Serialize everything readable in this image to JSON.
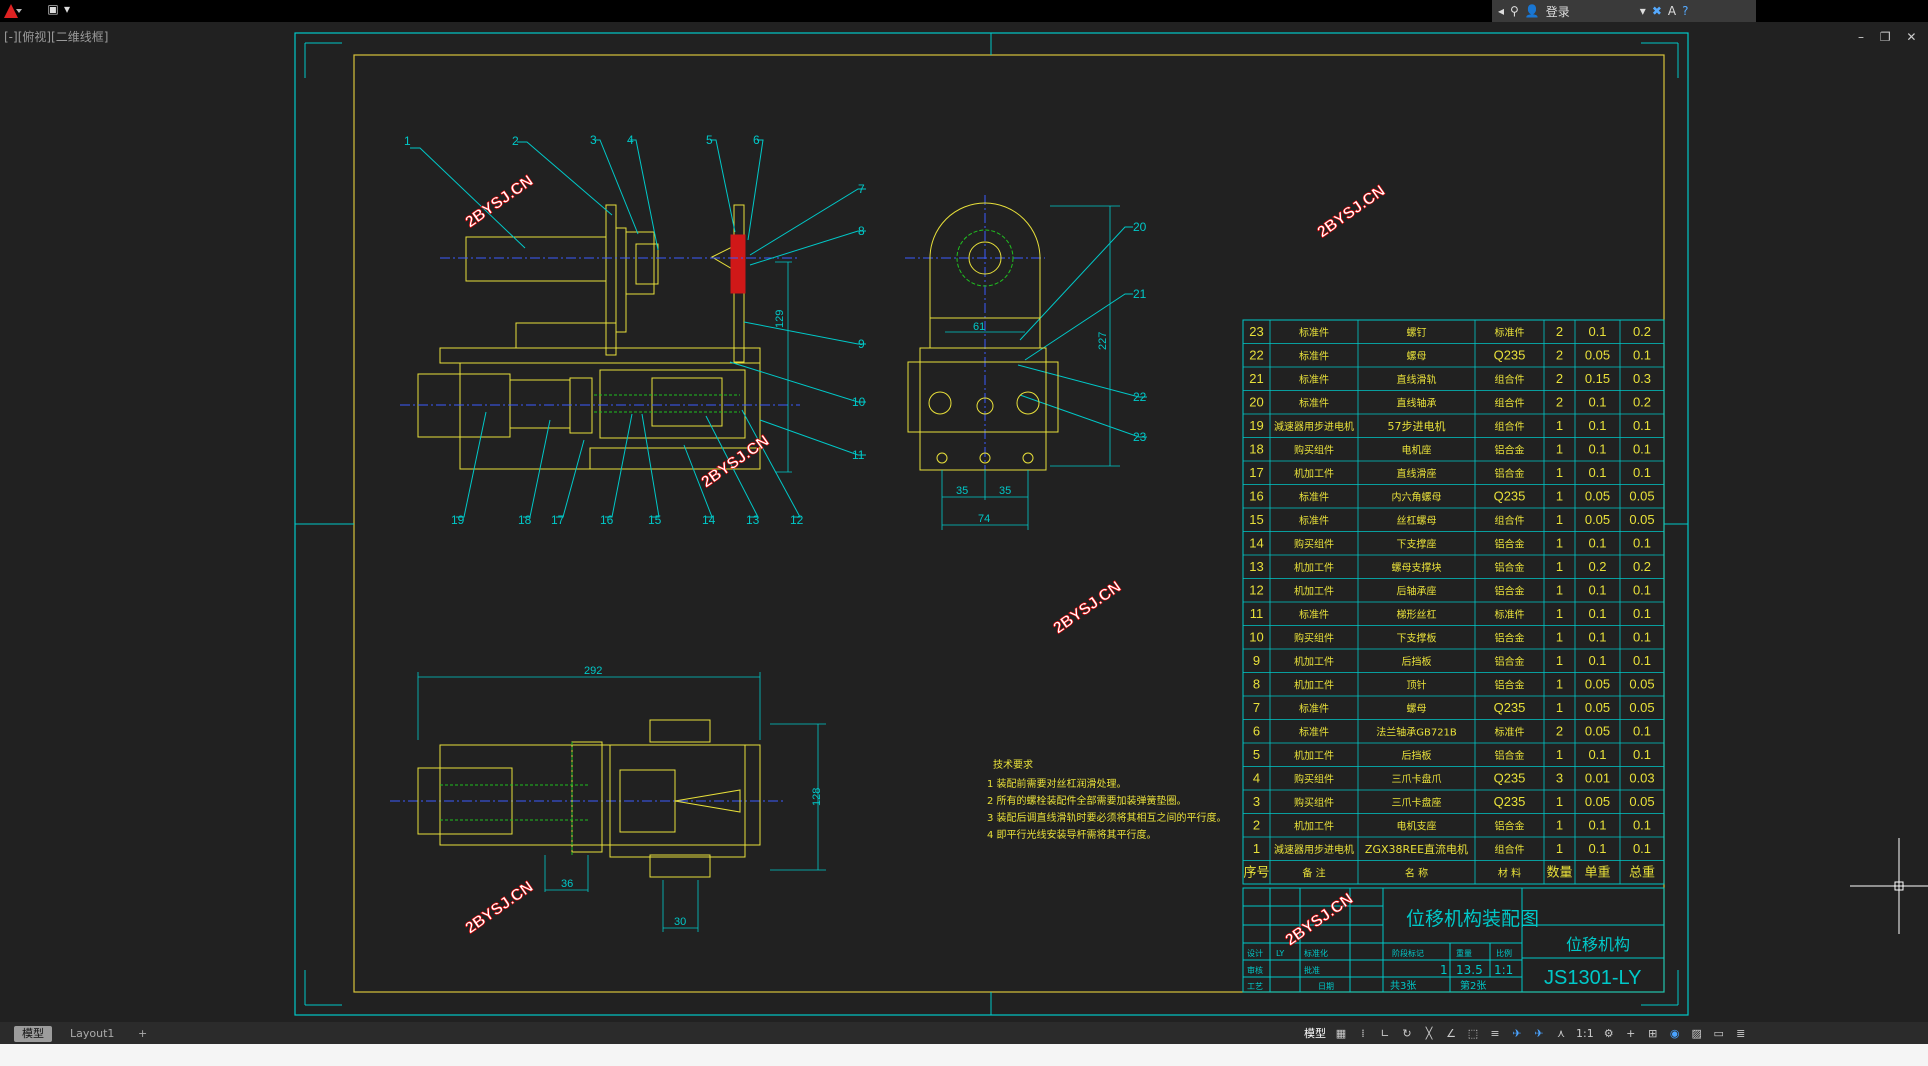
{
  "app": {
    "logo_icon": "autocad-logo-icon",
    "viewport_label": "[-][俯视][二维线框]",
    "signin_label": "登录",
    "window_controls": "– ❐ ✕"
  },
  "tabs": {
    "model": "模型",
    "layout1": "Layout1",
    "add": "+"
  },
  "status": {
    "model": "模型",
    "scale": "1:1"
  },
  "drawing": {
    "title": "位移机构装配图",
    "name": "位移机构",
    "code": "JS1301-LY",
    "scale": "1:1",
    "weight": "13.5",
    "sheets": "共3张",
    "sheet": "第2张",
    "qty": "1",
    "tech_title": "技术要求",
    "tech_notes": [
      "1  装配前需要对丝杠润滑处理。",
      "2  所有的螺栓装配件全部需要加装弹簧垫圈。",
      "3  装配后调直线滑轨时要必须将其相互之间的平行度。",
      "4  即平行光线安装导杆需将其平行度。"
    ],
    "watermark": "2BYSJ.CN",
    "callouts_top": [
      "1",
      "2",
      "3",
      "4",
      "5",
      "6",
      "7",
      "8",
      "9",
      "10",
      "11"
    ],
    "callouts_bottom": [
      "19",
      "18",
      "17",
      "16",
      "15",
      "14",
      "13",
      "12"
    ],
    "callouts_side": [
      "20",
      "21",
      "22",
      "23"
    ],
    "dims": {
      "d129": "129",
      "d227": "227",
      "d61": "61",
      "d35a": "35",
      "d35b": "35",
      "d74": "74",
      "d292": "292",
      "d36": "36",
      "d30": "30",
      "d128": "128"
    },
    "bom_header": [
      "序号",
      "备  注",
      "名  称",
      "材  料",
      "数量",
      "单重",
      "总重"
    ],
    "bom": [
      [
        "23",
        "标准件",
        "螺钉",
        "标准件",
        "2",
        "0.1",
        "0.2"
      ],
      [
        "22",
        "标准件",
        "螺母",
        "Q235",
        "2",
        "0.05",
        "0.1"
      ],
      [
        "21",
        "标准件",
        "直线滑轨",
        "组合件",
        "2",
        "0.15",
        "0.3"
      ],
      [
        "20",
        "标准件",
        "直线轴承",
        "组合件",
        "2",
        "0.1",
        "0.2"
      ],
      [
        "19",
        "減速器用步进电机",
        "57步进电机",
        "组合件",
        "1",
        "0.1",
        "0.1"
      ],
      [
        "18",
        "购买组件",
        "电机座",
        "铝合金",
        "1",
        "0.1",
        "0.1"
      ],
      [
        "17",
        "机加工件",
        "直线滑座",
        "铝合金",
        "1",
        "0.1",
        "0.1"
      ],
      [
        "16",
        "标准件",
        "内六角螺母",
        "Q235",
        "1",
        "0.05",
        "0.05"
      ],
      [
        "15",
        "标准件",
        "丝杠螺母",
        "组合件",
        "1",
        "0.05",
        "0.05"
      ],
      [
        "14",
        "购买组件",
        "下支撑座",
        "铝合金",
        "1",
        "0.1",
        "0.1"
      ],
      [
        "13",
        "机加工件",
        "螺母支撑块",
        "铝合金",
        "1",
        "0.2",
        "0.2"
      ],
      [
        "12",
        "机加工件",
        "后轴承座",
        "铝合金",
        "1",
        "0.1",
        "0.1"
      ],
      [
        "11",
        "标准件",
        "梯形丝杠",
        "标准件",
        "1",
        "0.1",
        "0.1"
      ],
      [
        "10",
        "购买组件",
        "下支撑板",
        "铝合金",
        "1",
        "0.1",
        "0.1"
      ],
      [
        "9",
        "机加工件",
        "后挡板",
        "铝合金",
        "1",
        "0.1",
        "0.1"
      ],
      [
        "8",
        "机加工件",
        "顶针",
        "铝合金",
        "1",
        "0.05",
        "0.05"
      ],
      [
        "7",
        "标准件",
        "螺母",
        "Q235",
        "1",
        "0.05",
        "0.05"
      ],
      [
        "6",
        "标准件",
        "法兰轴承GB721B",
        "标准件",
        "2",
        "0.05",
        "0.1"
      ],
      [
        "5",
        "机加工件",
        "后挡板",
        "铝合金",
        "1",
        "0.1",
        "0.1"
      ],
      [
        "4",
        "购买组件",
        "三爪卡盘爪",
        "Q235",
        "3",
        "0.01",
        "0.03"
      ],
      [
        "3",
        "购买组件",
        "三爪卡盘座",
        "Q235",
        "1",
        "0.05",
        "0.05"
      ],
      [
        "2",
        "机加工件",
        "电机支座",
        "铝合金",
        "1",
        "0.1",
        "0.1"
      ],
      [
        "1",
        "減速器用步进电机",
        "ZGX38REE直流电机",
        "组合件",
        "1",
        "0.1",
        "0.1"
      ]
    ],
    "tb_small": {
      "design": "设计",
      "ly": "LY",
      "std": "标准化",
      "check": "审核",
      "craft": "工艺",
      "date": "日期",
      "approve": "批准",
      "stage": "阶段标记",
      "weight_lbl": "重量",
      "scale_lbl": "比例"
    }
  },
  "colors": {
    "frame": "#00c8c8",
    "inner": "#d6c23a",
    "drawing": "#e8e03a",
    "text": "#e8e03a",
    "center": "#3a5cff",
    "hidden": "#20c020",
    "highlight": "#d01818",
    "watermark": "#ffffff"
  }
}
